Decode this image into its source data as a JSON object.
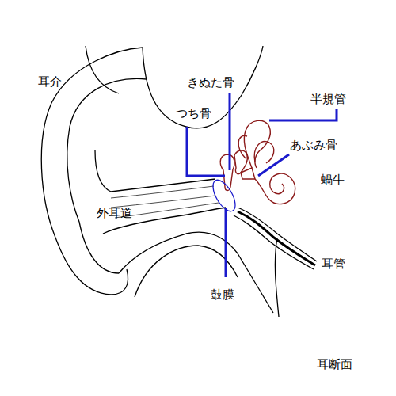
{
  "diagram": {
    "caption": "耳断面",
    "labels": [
      "耳介",
      "きぬた骨",
      "つち骨",
      "半規管",
      "あぶみ骨",
      "蝸牛",
      "外耳道",
      "耳管",
      "鼓膜"
    ]
  }
}
